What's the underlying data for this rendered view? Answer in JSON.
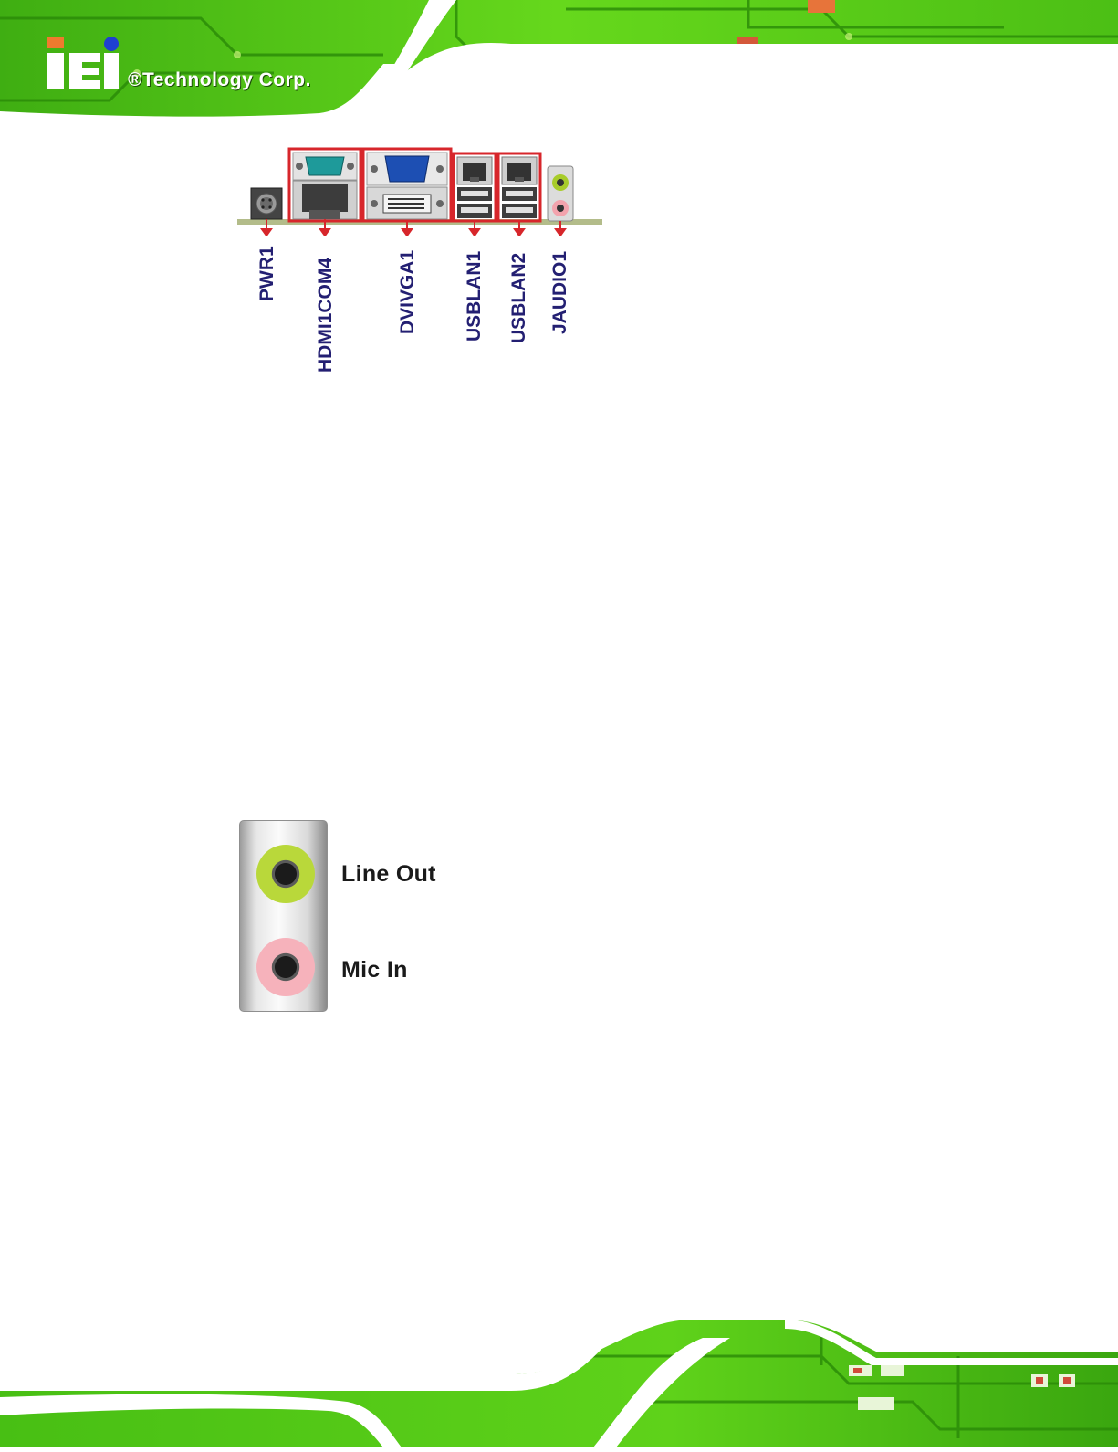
{
  "header": {
    "logo_text": "iEi",
    "logo_suffix": "®Technology Corp."
  },
  "rear_panel": {
    "connectors": [
      {
        "id": "pwr1",
        "label": "PWR1"
      },
      {
        "id": "hdmi1com4",
        "label": "HDMI1COM4"
      },
      {
        "id": "dvivga1",
        "label": "DVIVGA1"
      },
      {
        "id": "usblan1",
        "label": "USBLAN1"
      },
      {
        "id": "usblan2",
        "label": "USBLAN2"
      },
      {
        "id": "jaudio1",
        "label": "JAUDIO1"
      }
    ]
  },
  "audio_jacks": {
    "line_out": "Line Out",
    "mic_in": "Mic In"
  },
  "colors": {
    "pcb_green": "#5fd21a",
    "label_navy": "#231f72",
    "highlight_red": "#d7262b",
    "line_out_green": "#a8cc2a",
    "mic_in_pink": "#f3a3ad"
  }
}
